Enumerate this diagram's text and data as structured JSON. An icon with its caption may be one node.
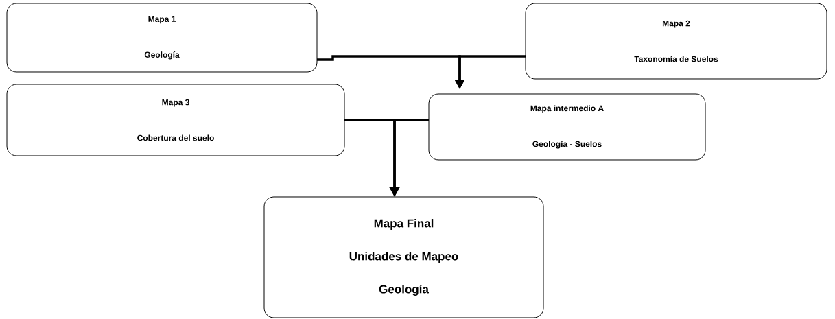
{
  "diagram": {
    "nodes": [
      {
        "text": [
          "Mapa 1",
          "Geología"
        ]
      },
      {
        "text": [
          "Mapa 2",
          "Taxonomía de Suelos"
        ]
      },
      {
        "text": [
          "Mapa 3",
          "Cobertura del suelo"
        ]
      },
      {
        "text": [
          "Mapa intermedio A",
          "Geología - Suelos"
        ]
      },
      {
        "text": [
          "Mapa Final",
          "Unidades de Mapeo",
          "Geología"
        ]
      }
    ],
    "edges": [
      {
        "from": 0,
        "to": 3,
        "arrow": "to"
      },
      {
        "from": 1,
        "to": 3,
        "arrow": "to"
      },
      {
        "from": 2,
        "to": 4,
        "arrow": "to"
      },
      {
        "from": 3,
        "to": 4,
        "arrow": "to"
      }
    ]
  }
}
